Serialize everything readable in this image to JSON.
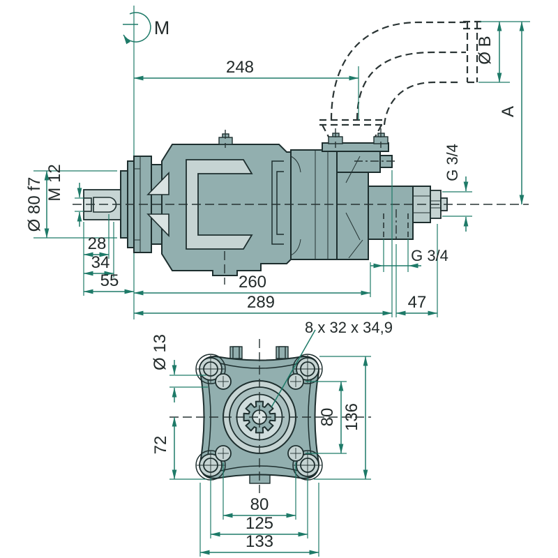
{
  "colors": {
    "body": "#92afaf",
    "body_light": "#c6d4d3",
    "outline": "#1d2e2e",
    "dimension_green": "#1e7a68",
    "text": "#222a2a",
    "background": "#ffffff"
  },
  "side": {
    "m_label": "M",
    "len_248": "248",
    "dia_b": "Ø B",
    "dim_a": "A",
    "dia_80": "Ø 80 f7",
    "thread_m12": "M 12",
    "port_side": "G 3/4",
    "key_28": "28",
    "key_34": "34",
    "shaft_55": "55",
    "len_260": "260",
    "len_289": "289",
    "len_47": "47",
    "port_bottom": "G 3/4"
  },
  "front": {
    "spline_label": "8 x 32 x 34,9",
    "dia_13": "Ø 13",
    "dim_72": "72",
    "dim_80_vert": "80",
    "dim_136": "136",
    "dim_80_horiz": "80",
    "dim_125": "125",
    "dim_133": "133"
  }
}
